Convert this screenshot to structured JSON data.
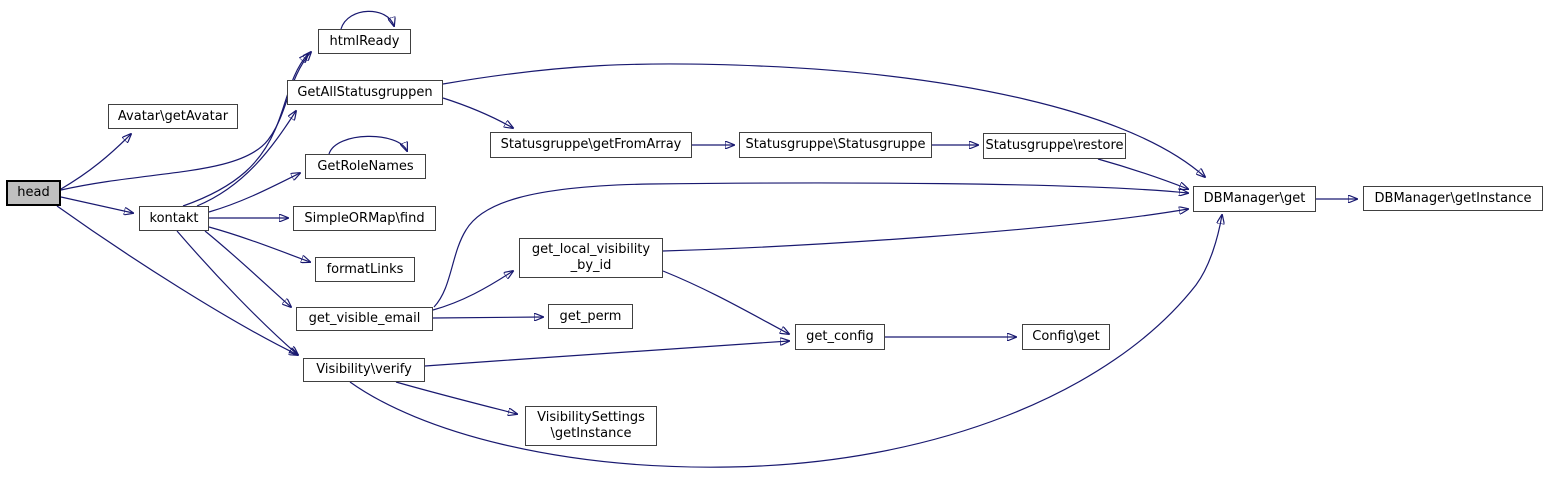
{
  "diagram": {
    "type": "call-graph",
    "background_color": "#ffffff",
    "edge_color": "#191970",
    "node_border_color": "#404040",
    "node_fill_color": "#ffffff",
    "highlight_fill_color": "#bfbfbf",
    "nodes": [
      {
        "id": "head",
        "label": "head",
        "highlighted": true
      },
      {
        "id": "avatar-getavatar",
        "label": "Avatar\\getAvatar"
      },
      {
        "id": "htmlready",
        "label": "htmlReady"
      },
      {
        "id": "getallstatusgruppen",
        "label": "GetAllStatusgruppen"
      },
      {
        "id": "getrolenames",
        "label": "GetRoleNames"
      },
      {
        "id": "kontakt",
        "label": "kontakt"
      },
      {
        "id": "simpleormap-find",
        "label": "SimpleORMap\\find"
      },
      {
        "id": "formatlinks",
        "label": "formatLinks"
      },
      {
        "id": "get-visible-email",
        "label": "get_visible_email"
      },
      {
        "id": "visibility-verify",
        "label": "Visibility\\verify"
      },
      {
        "id": "statusgruppe-getfromarray",
        "label": "Statusgruppe\\getFromArray"
      },
      {
        "id": "statusgruppe-statusgruppe",
        "label": "Statusgruppe\\Statusgruppe"
      },
      {
        "id": "statusgruppe-restore",
        "label": "Statusgruppe\\restore"
      },
      {
        "id": "get-local-visibility-by-id",
        "label": "get_local_visibility\n_by_id"
      },
      {
        "id": "get-perm",
        "label": "get_perm"
      },
      {
        "id": "get-config",
        "label": "get_config"
      },
      {
        "id": "visibilitysettings-getinstance",
        "label": "VisibilitySettings\n\\getInstance"
      },
      {
        "id": "config-get",
        "label": "Config\\get"
      },
      {
        "id": "dbmanager-get",
        "label": "DBManager\\get"
      },
      {
        "id": "dbmanager-getinstance",
        "label": "DBManager\\getInstance"
      }
    ],
    "edges": [
      {
        "from": "head",
        "to": "avatar-getavatar"
      },
      {
        "from": "head",
        "to": "htmlready"
      },
      {
        "from": "head",
        "to": "kontakt"
      },
      {
        "from": "head",
        "to": "visibility-verify"
      },
      {
        "from": "kontakt",
        "to": "htmlready"
      },
      {
        "from": "kontakt",
        "to": "getallstatusgruppen"
      },
      {
        "from": "kontakt",
        "to": "getrolenames"
      },
      {
        "from": "kontakt",
        "to": "simpleormap-find"
      },
      {
        "from": "kontakt",
        "to": "formatlinks"
      },
      {
        "from": "kontakt",
        "to": "get-visible-email"
      },
      {
        "from": "kontakt",
        "to": "visibility-verify"
      },
      {
        "from": "htmlready",
        "to": "htmlready"
      },
      {
        "from": "getrolenames",
        "to": "getrolenames"
      },
      {
        "from": "getallstatusgruppen",
        "to": "statusgruppe-getfromarray"
      },
      {
        "from": "getallstatusgruppen",
        "to": "dbmanager-get"
      },
      {
        "from": "statusgruppe-getfromarray",
        "to": "statusgruppe-statusgruppe"
      },
      {
        "from": "statusgruppe-statusgruppe",
        "to": "statusgruppe-restore"
      },
      {
        "from": "statusgruppe-restore",
        "to": "dbmanager-get"
      },
      {
        "from": "get-visible-email",
        "to": "get-local-visibility-by-id"
      },
      {
        "from": "get-visible-email",
        "to": "get-perm"
      },
      {
        "from": "get-visible-email",
        "to": "dbmanager-get"
      },
      {
        "from": "get-local-visibility-by-id",
        "to": "get-config"
      },
      {
        "from": "get-local-visibility-by-id",
        "to": "dbmanager-get"
      },
      {
        "from": "visibility-verify",
        "to": "get-config"
      },
      {
        "from": "visibility-verify",
        "to": "visibilitysettings-getinstance"
      },
      {
        "from": "visibility-verify",
        "to": "dbmanager-get"
      },
      {
        "from": "get-config",
        "to": "config-get"
      },
      {
        "from": "dbmanager-get",
        "to": "dbmanager-getinstance"
      }
    ]
  }
}
